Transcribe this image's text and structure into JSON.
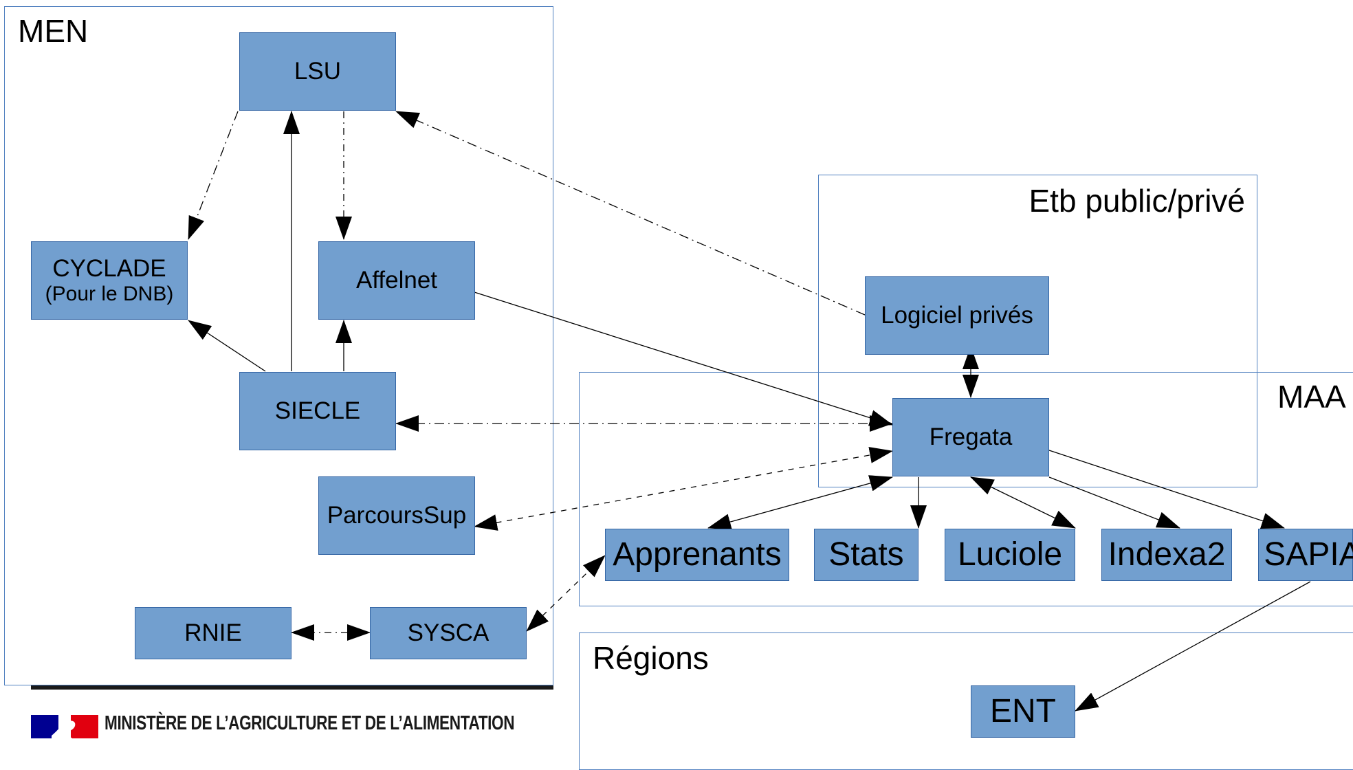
{
  "zones": {
    "men": "MEN",
    "etb": "Etb public/privé",
    "maa": "MAA",
    "regions": "Régions"
  },
  "nodes": {
    "lsu": "LSU",
    "cyclade": "CYCLADE",
    "cyclade_sub": "(Pour le DNB)",
    "affelnet": "Affelnet",
    "siecle": "SIECLE",
    "parcourssup": "ParcoursSup",
    "rnie": "RNIE",
    "sysca": "SYSCA",
    "logiciel": "Logiciel privés",
    "fregata": "Fregata",
    "apprenants": "Apprenants",
    "stats": "Stats",
    "luciole": "Luciole",
    "indexa2": "Indexa2",
    "sapia": "SAPIA",
    "ent": "ENT"
  },
  "footer": {
    "ministry": "MINISTÈRE DE L’AGRICULTURE ET DE L’ALIMENTATION"
  },
  "colors": {
    "node_fill": "#729fcf",
    "node_border": "#3465a4",
    "zone_border": "#4f7fbf",
    "flag_blue": "#000091",
    "flag_red": "#e1000f"
  }
}
